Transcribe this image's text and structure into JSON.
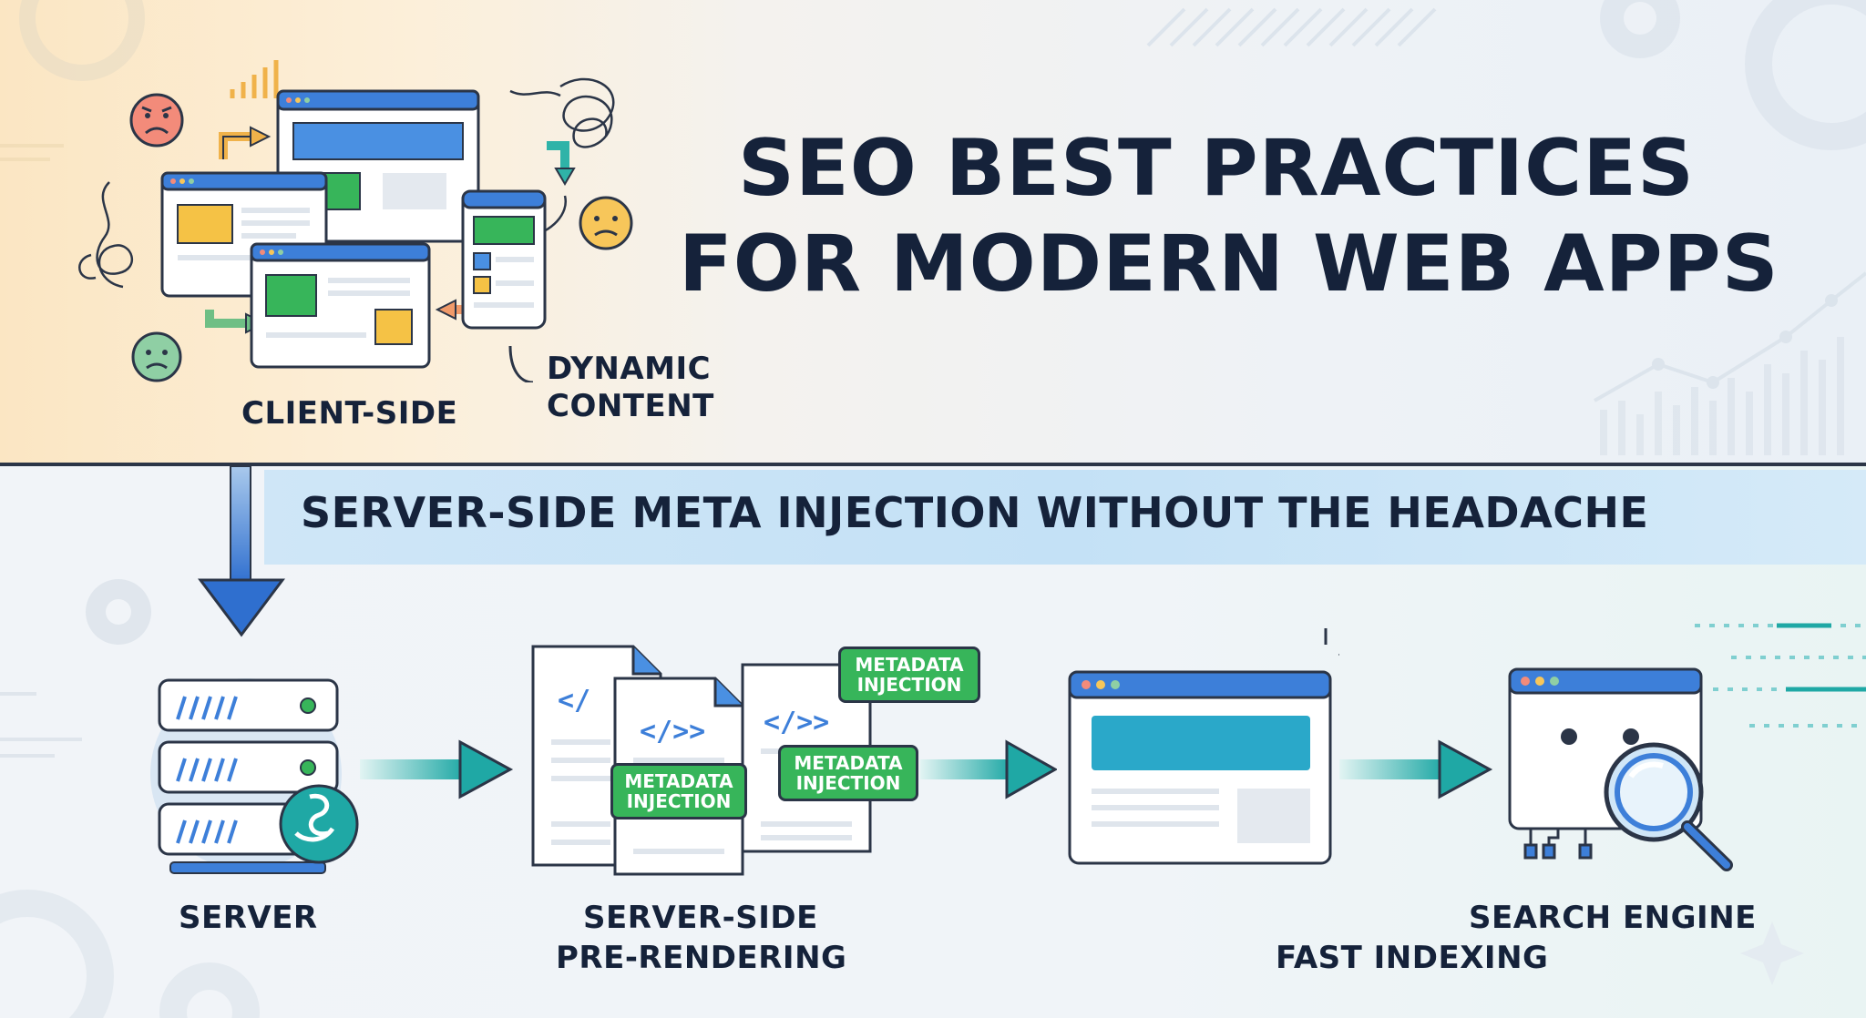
{
  "title": {
    "line1": "SEO BEST PRACTICES",
    "line2": "FOR MODERN WEB APPS"
  },
  "top_labels": {
    "client_side": "CLIENT-SIDE",
    "dynamic_content_1": "DYNAMIC",
    "dynamic_content_2": "CONTENT"
  },
  "banner": {
    "text": "SERVER-SIDE META INJECTION WITHOUT THE HEADACHE"
  },
  "flow": {
    "server": "SERVER",
    "prerender_1": "SERVER-SIDE",
    "prerender_2": "PRE-RENDERING",
    "fast_indexing": "FAST INDEXING",
    "search_engine": "SEARCH ENGINE"
  },
  "code_glyphs": {
    "code_a": "</",
    "code_b": "</>>",
    "code_c": "</>>"
  },
  "meta_tags": {
    "tag1": "METADATA\nINJECTION",
    "tag2": "METADATA\nINJECTION",
    "tag3": "METADATA\nINJECTION"
  },
  "colors": {
    "ink": "#15223a",
    "window_blue": "#3d7fd9",
    "teal": "#1fa8a5",
    "green": "#37b55a",
    "yellow": "#f5c245",
    "accent_orange": "#f4a53b"
  },
  "icons": [
    "sad-face-icon",
    "neutral-face-icon",
    "worried-face-icon",
    "server-icon",
    "browser-window-icon",
    "magnifier-icon",
    "gear-icon",
    "arrow-icon",
    "sparkle-icon"
  ]
}
